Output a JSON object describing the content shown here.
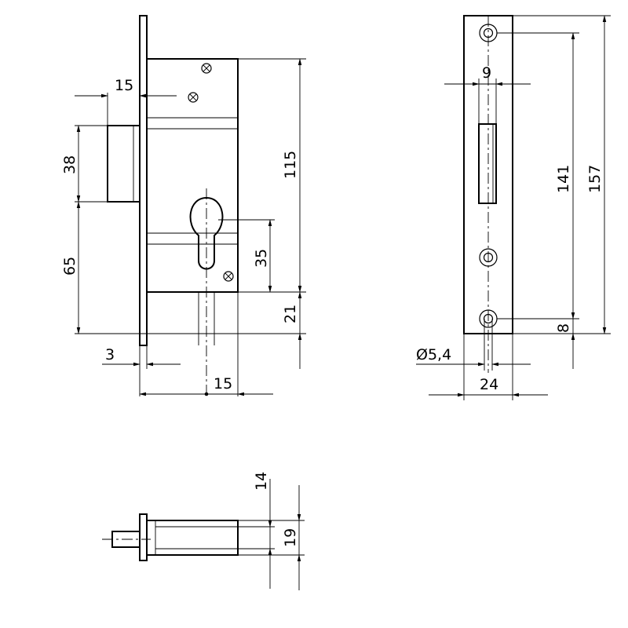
{
  "dimensions": {
    "front_backset": "15",
    "front_bolt_height": "38",
    "front_lower_offset": "65",
    "front_cylinder_height": "35",
    "front_case_height": "115",
    "front_bottom_offset": "21",
    "front_faceplate_thickness": "3",
    "front_bottom_width": "15",
    "side_slot_width": "9",
    "side_hole_spacing": "141",
    "side_plate_height": "157",
    "side_hole_offset": "8",
    "side_hole_diameter": "Ø5,4",
    "side_plate_width": "24",
    "bolt_top": "14",
    "bolt_height": "19"
  }
}
